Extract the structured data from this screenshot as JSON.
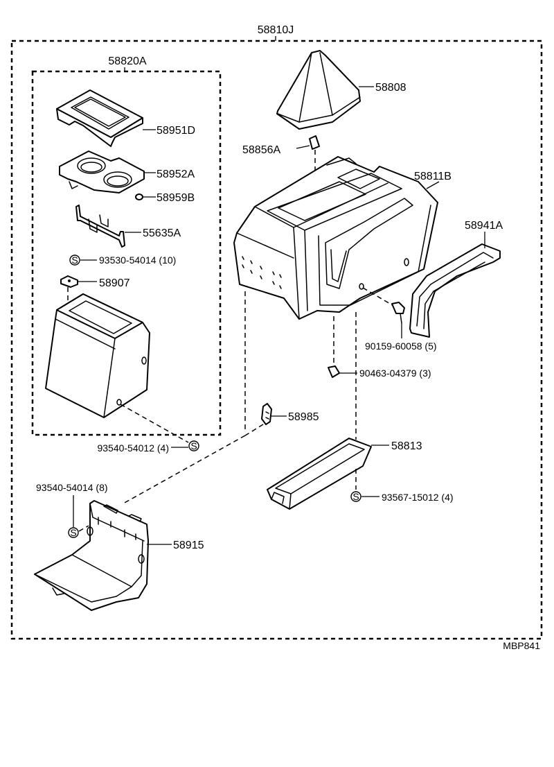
{
  "diagram_code": "MBP841",
  "assembly": {
    "number": "58810J"
  },
  "subassembly": {
    "number": "58820A"
  },
  "screw_symbol": "S",
  "parts": {
    "p58951D": "58951D",
    "p58952A": "58952A",
    "p58959B": "58959B",
    "p55635A": "55635A",
    "p93530": "93530-54014 (10)",
    "p58907": "58907",
    "p93540_4": "93540-54012 (4)",
    "p58808": "58808",
    "p58856A": "58856A",
    "p58811B": "58811B",
    "p58941A": "58941A",
    "p90159": "90159-60058 (5)",
    "p90463": "90463-04379 (3)",
    "p58985": "58985",
    "p58813": "58813",
    "p93567": "93567-15012 (4)",
    "p93540_8": "93540-54014 (8)",
    "p58915": "58915"
  }
}
